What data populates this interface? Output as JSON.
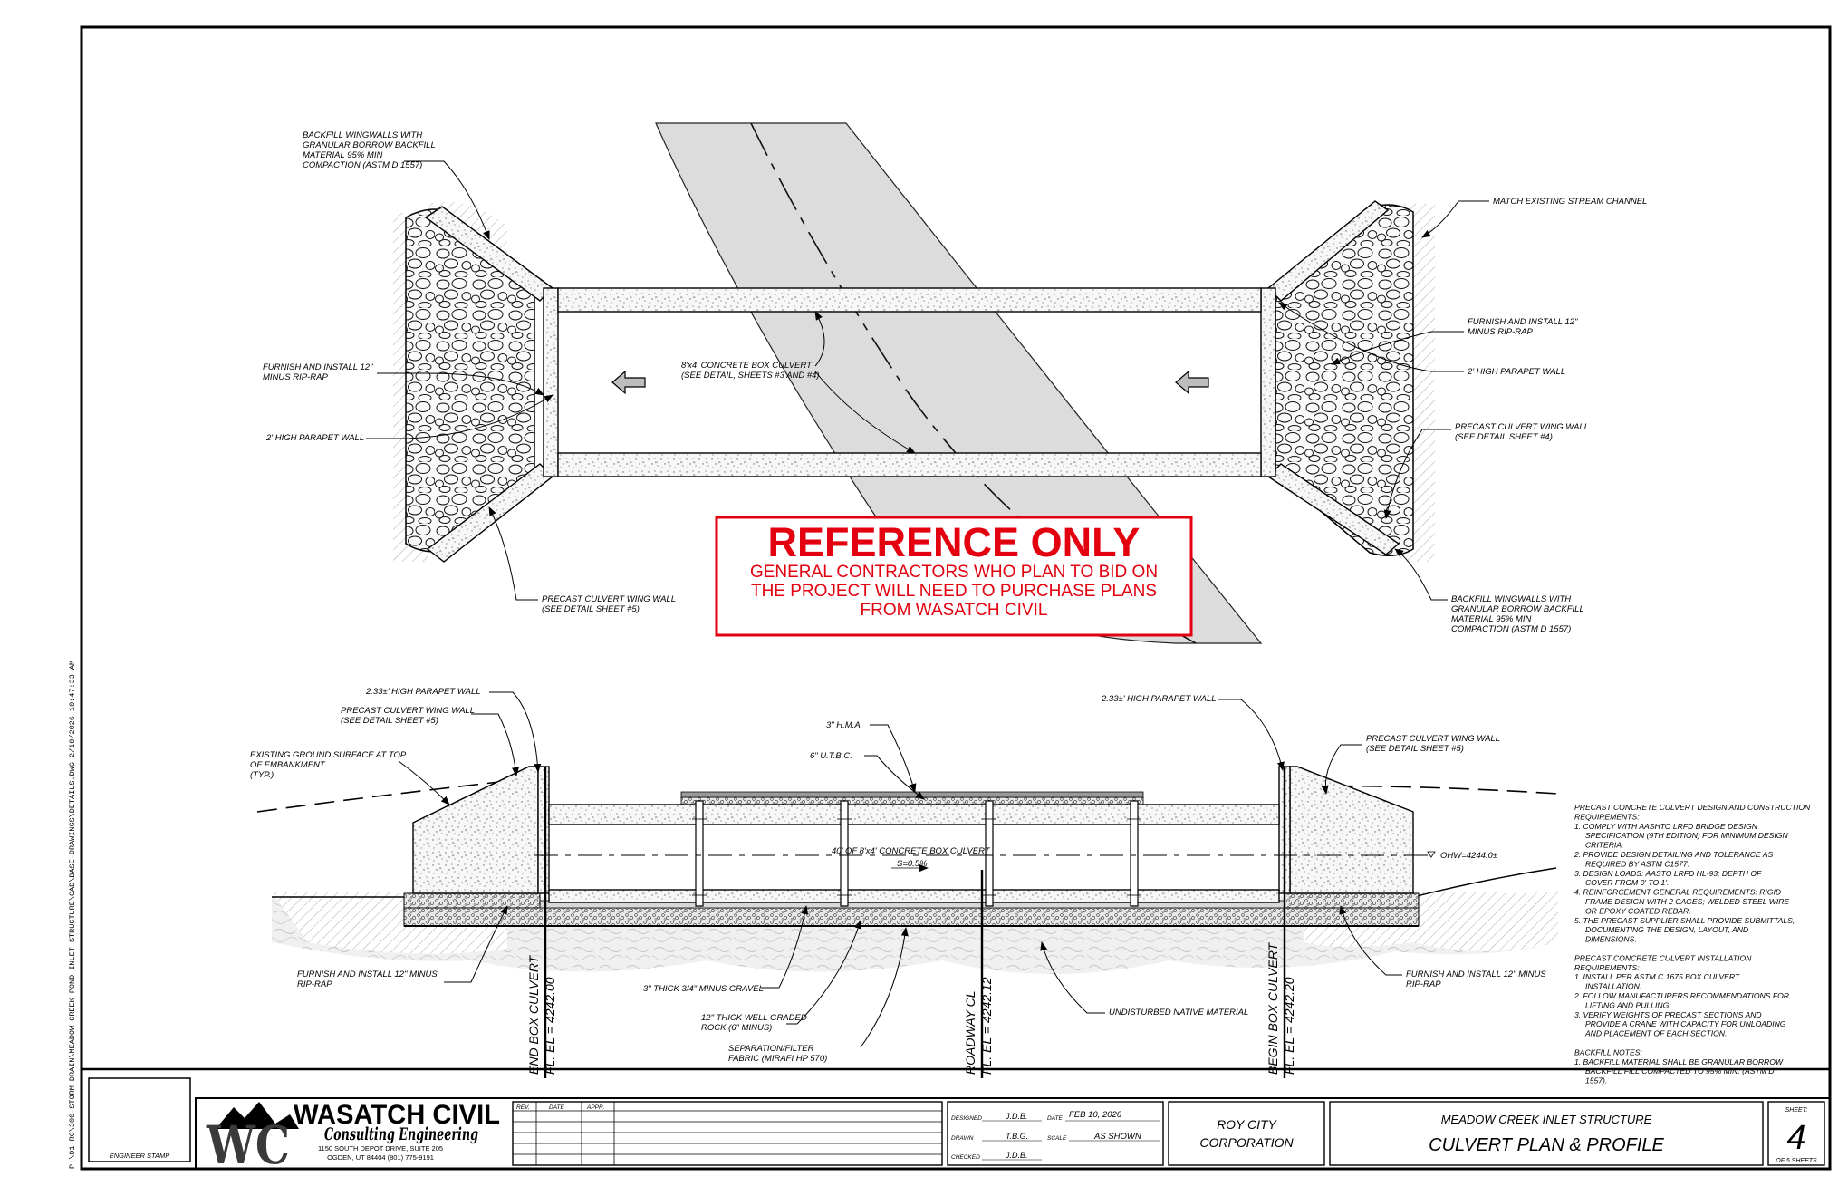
{
  "file_path_text": "P:\\01-RC\\300-STORM DRAIN\\MEADOW CREEK POND INLET STRUCTURE\\CAD\\BASE-DRAWINGS\\DETAILS.DWG 2/10/2026 10:47:33 AM",
  "watermark": {
    "title": "REFERENCE ONLY",
    "lines": [
      "GENERAL CONTRACTORS WHO PLAN TO BID ON",
      "THE PROJECT WILL NEED TO PURCHASE PLANS",
      "FROM WASATCH CIVIL"
    ]
  },
  "plan_view": {
    "notes": {
      "backfill_nw": [
        "BACKFILL WINGWALLS WITH",
        "GRANULAR BORROW BACKFILL",
        "MATERIAL  95% MIN",
        "COMPACTION (ASTM D 1557)"
      ],
      "riprap_w": [
        "FURNISH AND INSTALL 12\"",
        "MINUS RIP-RAP"
      ],
      "parapet_w": [
        "2' HIGH PARAPET WALL"
      ],
      "box_culvert": [
        "8'x4' CONCRETE BOX CULVERT",
        "(SEE DETAIL, SHEETS #3 AND #4)"
      ],
      "wingwall_sw": [
        "PRECAST CULVERT WING WALL",
        "(SEE DETAIL SHEET #5)"
      ],
      "match_stream": [
        "MATCH EXISTING STREAM CHANNEL"
      ],
      "riprap_e": [
        "FURNISH AND INSTALL 12\"",
        "MINUS RIP-RAP"
      ],
      "parapet_e": [
        "2' HIGH PARAPET WALL"
      ],
      "wingwall_e": [
        "PRECAST CULVERT WING WALL",
        "(SEE DETAIL SHEET #4)"
      ],
      "backfill_se": [
        "BACKFILL WINGWALLS WITH",
        "GRANULAR BORROW BACKFILL",
        "MATERIAL  95% MIN",
        "COMPACTION (ASTM D 1557)"
      ]
    }
  },
  "profile_view": {
    "notes": {
      "parapet_w": [
        "2.33±' HIGH PARAPET WALL"
      ],
      "wingwall_w": [
        "PRECAST CULVERT WING WALL",
        "(SEE DETAIL SHEET #5)"
      ],
      "existing_ground": [
        "EXISTING GROUND SURFACE AT TOP",
        "OF EMBANKMENT",
        "(TYP.)"
      ],
      "hma": [
        "3\" H.M.A."
      ],
      "utbc": [
        "6\" U.T.B.C."
      ],
      "parapet_e": [
        "2.33±' HIGH PARAPET WALL"
      ],
      "wingwall_e": [
        "PRECAST CULVERT WING WALL",
        "(SEE DETAIL SHEET #5)"
      ],
      "culvert_label": [
        "40' OF 8'x4' CONCRETE BOX CULVERT"
      ],
      "slope": [
        "S=0.5%"
      ],
      "ohw": [
        "OHW=4244.0±"
      ],
      "riprap_w": [
        "FURNISH AND INSTALL 12\" MINUS",
        "RIP-RAP"
      ],
      "gravel": [
        "3\" THICK 3/4\" MINUS GRAVEL"
      ],
      "rock": [
        "12\" THICK WELL GRADED",
        "ROCK (6\" MINUS)"
      ],
      "fabric": [
        "SEPARATION/FILTER",
        "FABRIC (MIRAFI HP 570)"
      ],
      "undisturbed": [
        "UNDISTURBED NATIVE MATERIAL"
      ],
      "riprap_e": [
        "FURNISH AND INSTALL 12\" MINUS",
        "RIP-RAP"
      ]
    },
    "stations": {
      "end_box": [
        "END BOX CULVERT",
        "FL. EL = 4242.00"
      ],
      "roadway": [
        "ROADWAY CL",
        "FL. EL = 4242.12"
      ],
      "begin_box": [
        "BEGIN BOX CULVERT",
        "FL. EL = 4242.20"
      ]
    }
  },
  "general_notes": [
    "PRECAST CONCRETE CULVERT DESIGN AND CONSTRUCTION",
    "REQUIREMENTS:",
    "1.  COMPLY WITH AASHTO LRFD BRIDGE DESIGN",
    "     SPECIFICATION (9TH EDITION) FOR MINIMUM DESIGN",
    "     CRITERIA.",
    "2.  PROVIDE DESIGN DETAILING AND TOLERANCE AS",
    "     REQUIRED BY ASTM C1577.",
    "3.  DESIGN LOADS: AASTO LRFD HL-93; DEPTH OF",
    "     COVER FROM 0' TO 1'.",
    "4.  REINFORCEMENT GENERAL REQUIREMENTS: RIGID",
    "     FRAME DESIGN WITH 2 CAGES; WELDED STEEL WIRE",
    "     OR EPOXY COATED REBAR.",
    "5.  THE PRECAST SUPPLIER SHALL PROVIDE SUBMITTALS,",
    "     DOCUMENTING THE DESIGN, LAYOUT, AND",
    "     DIMENSIONS.",
    "",
    "PRECAST CONCRETE CULVERT INSTALLATION",
    "REQUIREMENTS:",
    "1.  INSTALL PER ASTM C 1675 BOX CULVERT",
    "     INSTALLATION.",
    "2.  FOLLOW MANUFACTURERS RECOMMENDATIONS FOR",
    "     LIFTING AND PULLING.",
    "3.  VERIFY WEIGHTS OF PRECAST SECTIONS AND",
    "     PROVIDE A CRANE WITH CAPACITY FOR UNLOADING",
    "     AND PLACEMENT OF EACH SECTION.",
    "",
    "BACKFILL NOTES:",
    "1.  BACKFILL MATERIAL SHALL BE GRANULAR BORROW",
    "     BACKFILL FILL COMPACTED TO 95% MIN. (ASTM D",
    "     1557)."
  ],
  "title_block": {
    "engineer_stamp": "ENGINEER STAMP",
    "logo_letters": "WC",
    "firm_name": "WASATCH CIVIL",
    "firm_sub": "Consulting Engineering",
    "address_1": "1150 SOUTH DEPOT DRIVE, SUITE 205",
    "address_2": "OGDEN, UT 84404 (801) 775-9191",
    "rev_headers": [
      "REV.",
      "DATE",
      "APPR."
    ],
    "designed_label": "DESIGNED",
    "designed_value": "J.D.B.",
    "drawn_label": "DRAWN",
    "drawn_value": "T.B.G.",
    "checked_label": "CHECKED",
    "checked_value": "J.D.B.",
    "date_label": "DATE",
    "date_value": "FEB 10, 2026",
    "scale_label": "SCALE",
    "scale_value": "AS SHOWN",
    "client_1": "ROY CITY",
    "client_2": "CORPORATION",
    "project_name": "MEADOW CREEK INLET STRUCTURE",
    "sheet_title": "CULVERT PLAN & PROFILE",
    "sheet_label": "SHEET:",
    "sheet_number": "4",
    "sheet_total": "OF 5 SHEETS"
  }
}
